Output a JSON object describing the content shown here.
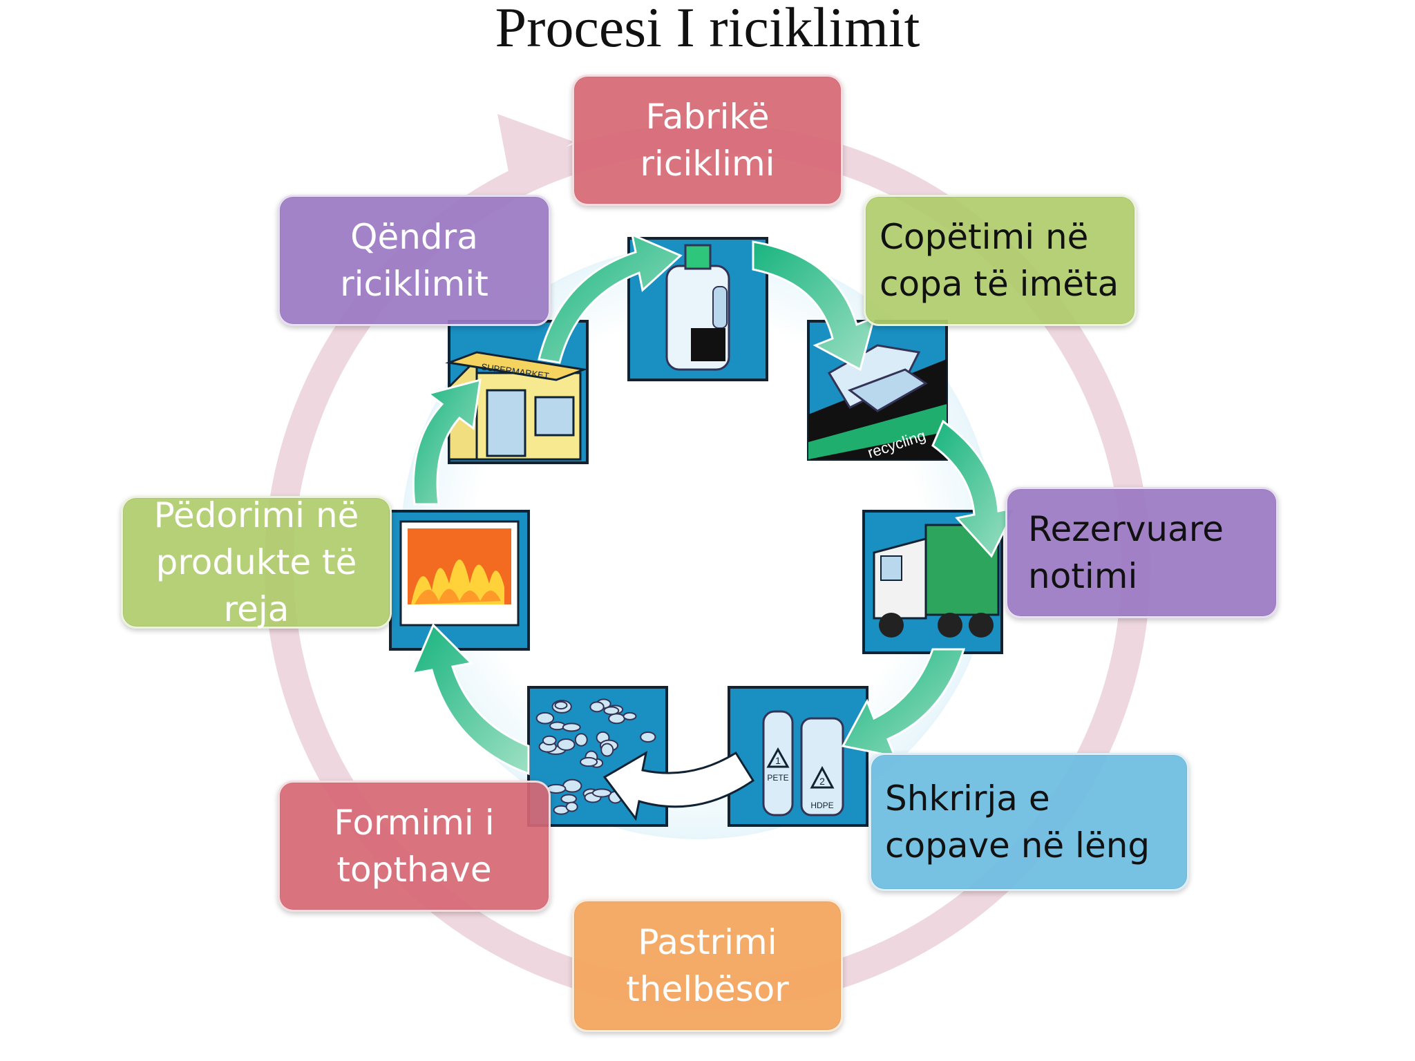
{
  "title": "Procesi I riciklimit",
  "panel_labels": {
    "store_sign": "SUPERMARKET",
    "conveyor": "recycling",
    "pete": "PETE",
    "hdpe": "HDPE",
    "code1": "1",
    "code2": "2"
  },
  "colors": {
    "outer_ring": "#eed7de",
    "inner_arrow": "#27b88a",
    "panel_blue": "#1a8fc2"
  },
  "steps": [
    {
      "label": "Fabrikë riciklimi",
      "color": "#d66874"
    },
    {
      "label": "Copëtimi në copa të imëta",
      "color": "#afcc6c"
    },
    {
      "label": "Rezervuare notimi",
      "color": "#9b7ac4"
    },
    {
      "label": "Shkrirja e copave në lëng",
      "color": "#70bee2"
    },
    {
      "label": "Pastrimi thelbësor",
      "color": "#f4a660"
    },
    {
      "label": "Formimi i topthave",
      "color": "#d66874"
    },
    {
      "label": "Pëdorimi në produkte të reja",
      "color": "#afcc6c"
    },
    {
      "label": "Qëndra riciklimit",
      "color": "#9b7ac4"
    }
  ]
}
